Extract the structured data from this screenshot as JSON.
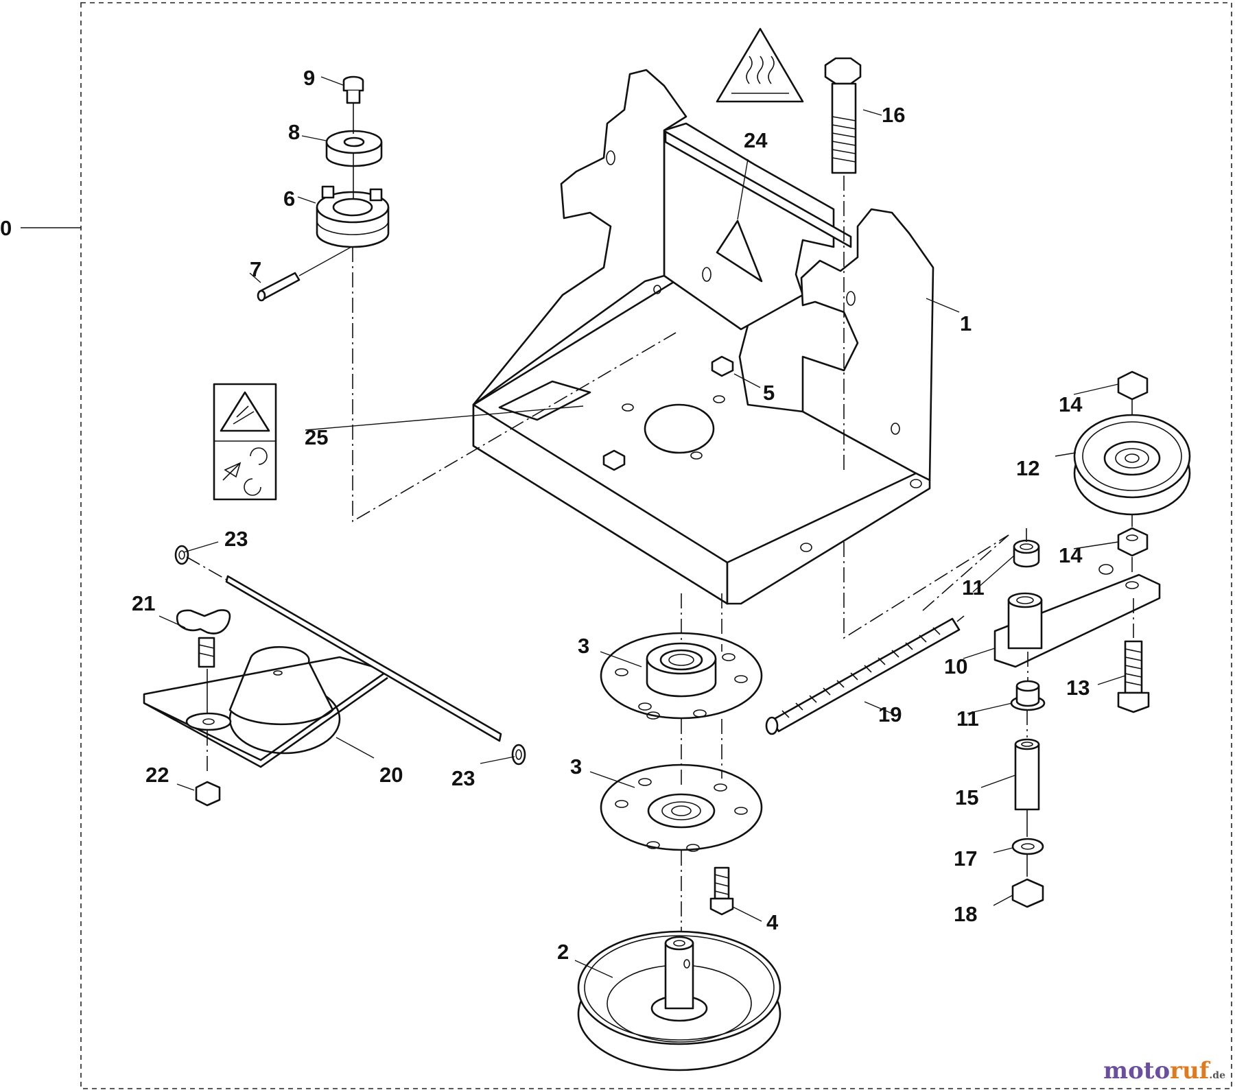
{
  "assembly_label": "0",
  "callouts": {
    "p1": "1",
    "p2": "2",
    "p3a": "3",
    "p3b": "3",
    "p4": "4",
    "p5": "5",
    "p6": "6",
    "p7": "7",
    "p8": "8",
    "p9": "9",
    "p10": "10",
    "p11a": "11",
    "p11b": "11",
    "p12": "12",
    "p13": "13",
    "p14a": "14",
    "p14b": "14",
    "p15": "15",
    "p16": "16",
    "p17": "17",
    "p18": "18",
    "p19": "19",
    "p20": "20",
    "p21": "21",
    "p22": "22",
    "p23a": "23",
    "p23b": "23",
    "p24": "24",
    "p25": "25"
  },
  "watermark": {
    "part1": "moto",
    "part2": "ruf",
    "part3": ".de"
  },
  "icons": [
    "hot-surface-warning-icon",
    "cutting-hazard-icon",
    "rotating-parts-icon"
  ]
}
